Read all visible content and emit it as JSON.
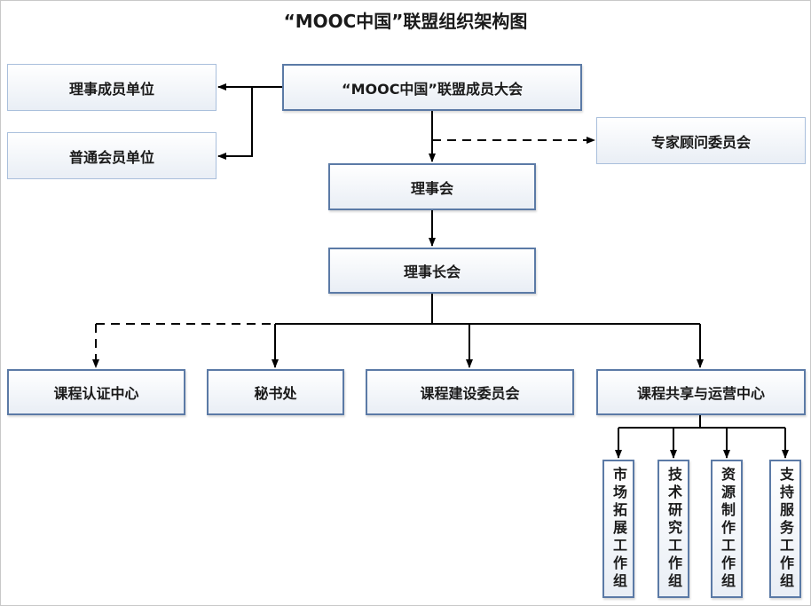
{
  "title": "“MOOC中国”联盟组织架构图",
  "nodes": {
    "assembly": "“MOOC中国”联盟成员大会",
    "council_members": "理事成员单位",
    "regular_members": "普通会员单位",
    "expert_committee": "专家顾问委员会",
    "council": "理事会",
    "chairman": "理事长会",
    "cert_center": "课程认证中心",
    "secretariat": "秘书处",
    "course_committee": "课程建设委员会",
    "ops_center": "课程共享与运营中心",
    "group_market": "市场拓展工作组",
    "group_tech": "技术研究工作组",
    "group_resource": "资源制作工作组",
    "group_support": "支持服务工作组"
  },
  "colors": {
    "box_border": "#5b7aa6",
    "box_border_light": "#a9bfdc",
    "connector": "#000000"
  }
}
